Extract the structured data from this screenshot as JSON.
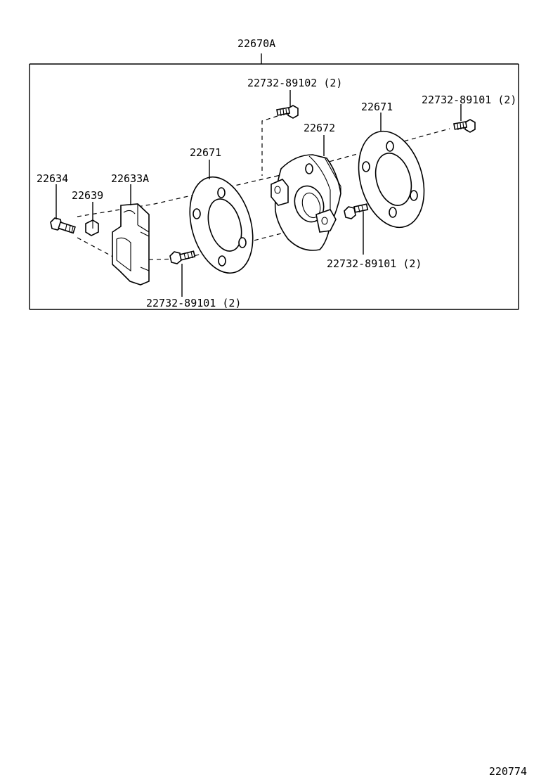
{
  "assembly_label": "22670A",
  "labels": {
    "bolt_top": "22732-89102 (2)",
    "bolt_right": "22732-89101 (2)",
    "flange_right": "22671",
    "body": "22672",
    "flange_left": "22671",
    "bolt_left": "22634",
    "bracket": "22633A",
    "nut": "22639",
    "bolt_mid": "22732-89101 (2)",
    "bolt_bottom": "22732-89101 (2)"
  },
  "page_code": "220774"
}
